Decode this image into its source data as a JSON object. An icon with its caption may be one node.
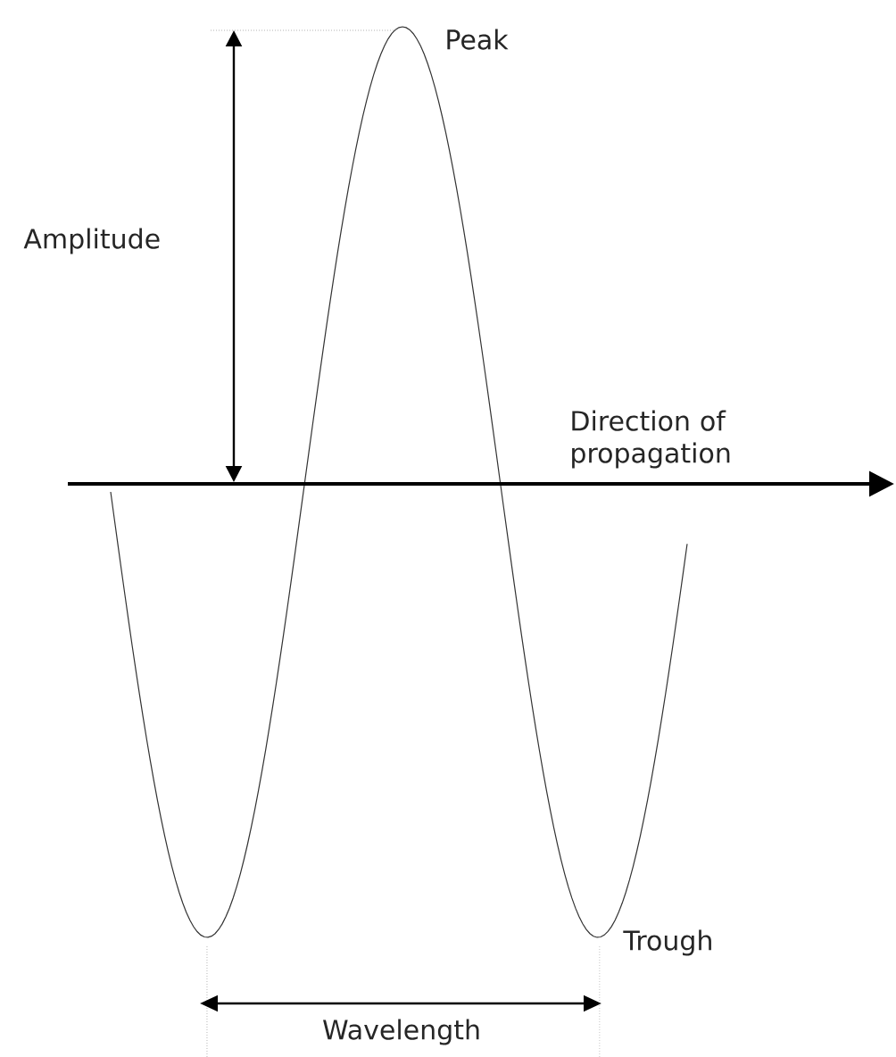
{
  "diagram": {
    "labels": [
      "Peak",
      "Amplitude",
      "Direction of propagation",
      "Trough",
      "Wavelength"
    ]
  }
}
